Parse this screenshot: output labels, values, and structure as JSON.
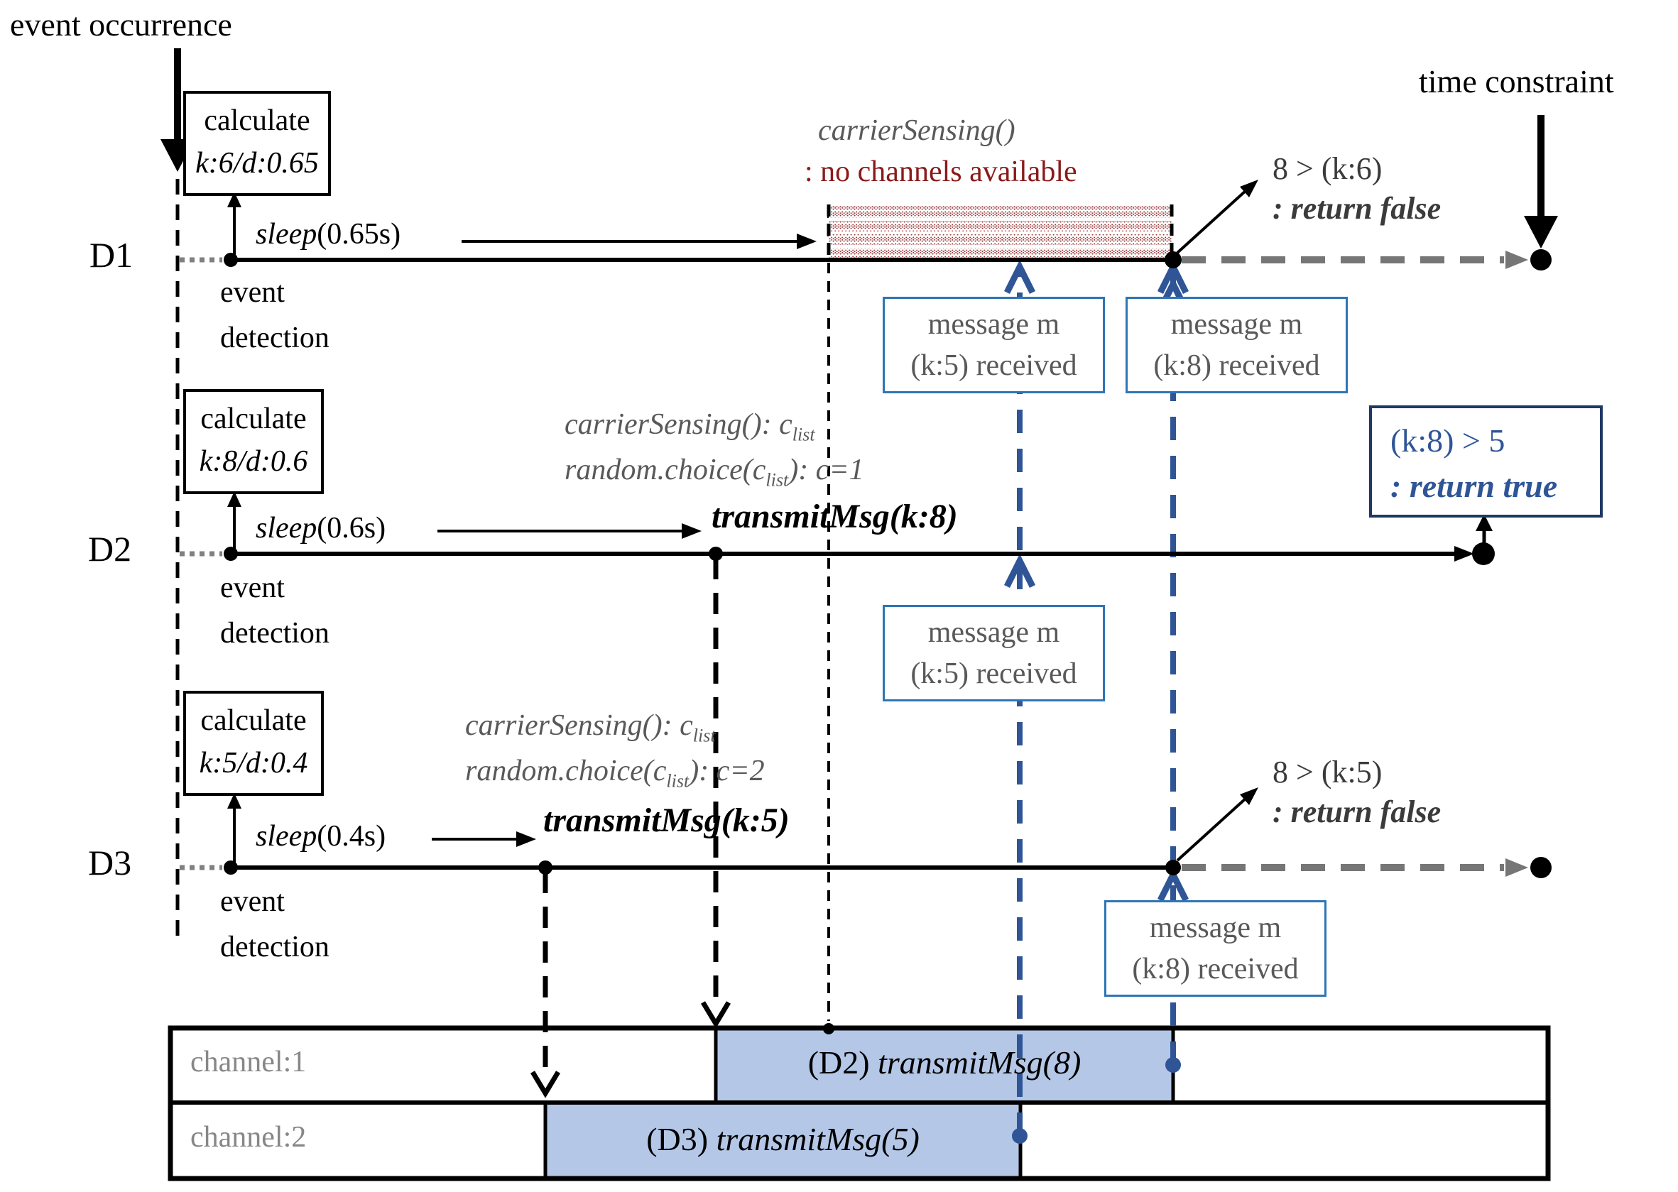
{
  "labels": {
    "event_occurrence": "event occurrence",
    "time_constraint": "time constraint",
    "event": "event",
    "detection": "detection",
    "calculate": "calculate"
  },
  "d1": {
    "name": "D1",
    "calc": "k:6/d:0.65",
    "sleep_name": "sleep",
    "sleep_args": "(0.65s)",
    "carrier_sensing": "carrierSensing()",
    "carrier_result": ": no channels available",
    "compare": "8 > (k:6)",
    "compare_result": ": return false"
  },
  "d2": {
    "name": "D2",
    "calc": "k:8/d:0.6",
    "sleep_name": "sleep",
    "sleep_args": "(0.6s)",
    "cs_pre": "carrierSensing(): c",
    "cs_sub": "list",
    "rc_pre": "random.choice(c",
    "rc_sub": "list",
    "rc_post": "): c=1",
    "transmit": "transmitMsg(k:8)",
    "verdict": "(k:8) > 5",
    "verdict_result": ": return true"
  },
  "d3": {
    "name": "D3",
    "calc": "k:5/d:0.4",
    "sleep_name": "sleep",
    "sleep_args": "(0.4s)",
    "cs_pre": "carrierSensing(): c",
    "cs_sub": "list",
    "rc_pre": "random.choice(c",
    "rc_sub": "list",
    "rc_post": "): c=2",
    "transmit": "transmitMsg(k:5)",
    "compare": "8 > (k:5)",
    "compare_result": ": return false"
  },
  "messages": {
    "m_line1": "message m",
    "m5_line2": "(k:5) received",
    "m8_line2": "(k:8) received"
  },
  "channels": {
    "ch1_label": "channel:1",
    "ch1_device": "(D2) ",
    "ch1_call": "transmitMsg(8)",
    "ch2_label": "channel:2",
    "ch2_device": "(D3) ",
    "ch2_call": "transmitMsg(5)"
  },
  "colors": {
    "blue_line": "#2f5597",
    "message_border": "#2e75b6",
    "verdict_border": "#1f3864",
    "dark_red": "#8b1a1a",
    "channel_fill": "#b4c7e7",
    "gray_dash": "#767676",
    "hatch_red": "#9b3a3a"
  }
}
